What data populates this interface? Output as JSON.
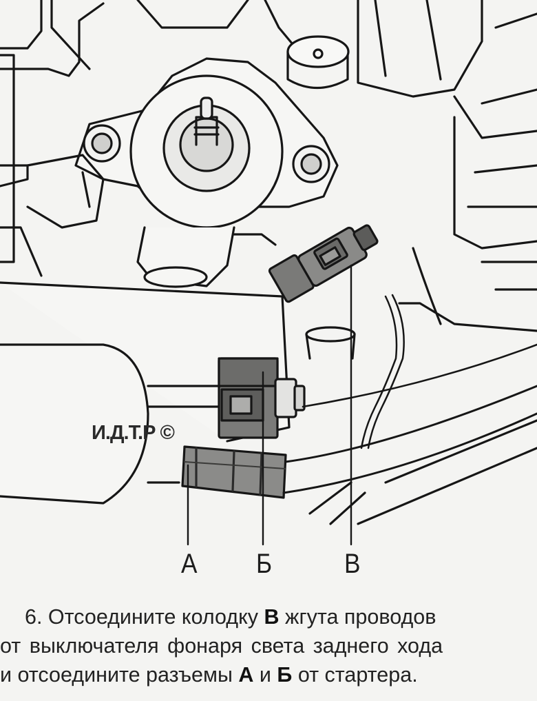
{
  "figure": {
    "callouts": {
      "a": "А",
      "b": "Б",
      "v": "В"
    },
    "watermark": "И.Д.Т.Р ©"
  },
  "caption": {
    "step_number": "6.",
    "line1_text": "Отсоедините колодку",
    "line1_mark": "В",
    "line1_tail": "жгута проводов",
    "line2": "от выключателя фонаря света заднего хода",
    "line3_text": "и отсоедините разъемы",
    "line3_mark_a": "А",
    "line3_and": "и",
    "line3_mark_b": "Б",
    "line3_tail": "от стартера."
  }
}
